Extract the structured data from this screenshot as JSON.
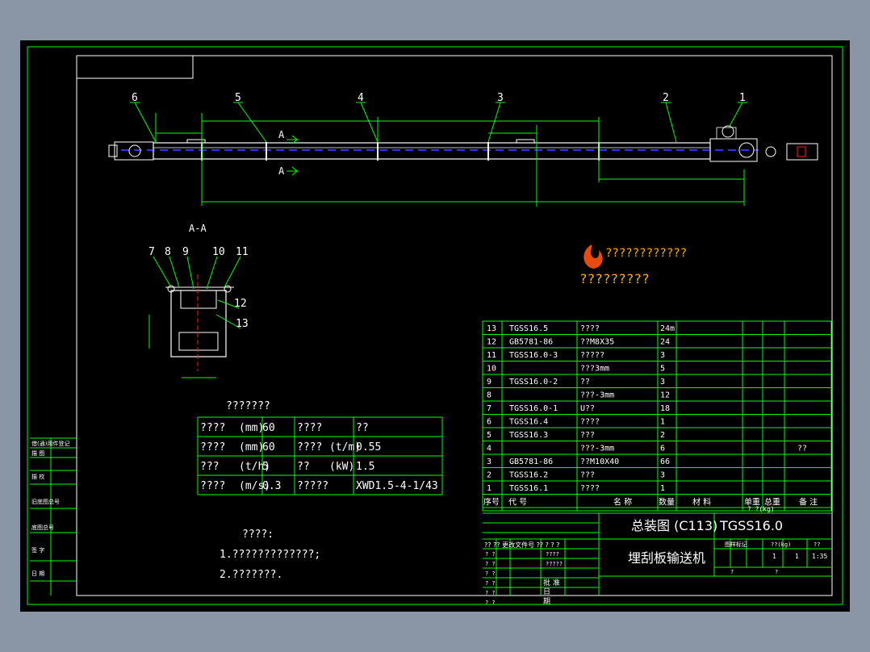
{
  "colors": {
    "background": "#8a96a6",
    "sheet": "#000000",
    "frame": "#00ff00",
    "line": "#ffffff",
    "text": "#ffffff",
    "dim": "#00ff00",
    "chain": "#3030ff",
    "axis": "#ff2020",
    "brand": "#ffb000",
    "flame": "#e84a10"
  },
  "callouts_main": [
    "6",
    "5",
    "4",
    "3",
    "2",
    "1"
  ],
  "section_mark": "A",
  "section_title": "A-A",
  "callouts_section": [
    "7",
    "8",
    "9",
    "10",
    "11",
    "12",
    "13"
  ],
  "brand": {
    "line1": "????????????",
    "line2": "?????????"
  },
  "params": {
    "title": "???????",
    "rows": [
      [
        "????",
        "(mm)",
        "60",
        "????",
        "",
        "??"
      ],
      [
        "????",
        "(mm)",
        "60",
        "????",
        "(t/m)",
        "0.55"
      ],
      [
        "???",
        "(t/h)",
        "5",
        "??",
        "(kW)",
        "1.5"
      ],
      [
        "????",
        "(m/s)",
        "0.3",
        "?????",
        "",
        "XWD1.5-4-1/43"
      ]
    ]
  },
  "notes": {
    "title": "????:",
    "items": [
      "1.?????????????;",
      "2.???????."
    ]
  },
  "left_strip": [
    "借(通)用件登记",
    "描 图",
    "描 校",
    "旧底图总号",
    "底图总号",
    "签 字",
    "日 期"
  ],
  "bom": {
    "rows": [
      [
        "13",
        "TGSS16.5",
        "????",
        "24m"
      ],
      [
        "12",
        "GB5781-86",
        "??M8X35",
        "24"
      ],
      [
        "11",
        "TGSS16.0-3",
        "?????",
        "3"
      ],
      [
        "10",
        "",
        "???3mm",
        "5"
      ],
      [
        "9",
        "TGSS16.0-2",
        "??",
        "3"
      ],
      [
        "8",
        "",
        "???-3mm",
        "12"
      ],
      [
        "7",
        "TGSS16.0-1",
        "U??",
        "18"
      ],
      [
        "6",
        "TGSS16.4",
        "????",
        "1"
      ],
      [
        "5",
        "TGSS16.3",
        "???",
        "2"
      ],
      [
        "4",
        "",
        "???-3mm",
        "6"
      ],
      [
        "3",
        "GB5781-86",
        "??M10X40",
        "66"
      ],
      [
        "2",
        "TGSS16.2",
        "???",
        "3"
      ],
      [
        "1",
        "TGSS16.1",
        "????",
        "1"
      ]
    ],
    "row4_note": "??",
    "header": [
      "序号",
      "代 号",
      "名 称",
      "数量",
      "材 料",
      "单重",
      "总重",
      "备 注"
    ],
    "header_unit": "? ?(kg)"
  },
  "title_block": {
    "drawing_title": "总装图 (C113)",
    "drawing_number": "TGSS16.0",
    "product_name": "埋刮板输送机",
    "rev_header": "?? ?? 更改文件号 ?? ? ? ?",
    "stage_label": "图样标记",
    "weight_label": "??(kg)",
    "scale_label": "??",
    "qty1": "1",
    "qty2": "1",
    "scale": "1:35",
    "sheet_label": "?",
    "sheet_of": "?",
    "sign_rows": [
      "? ?",
      "? ?",
      "? ?",
      "? ?",
      "? ?",
      "? ?"
    ],
    "sign_mid": [
      "????",
      "?????"
    ],
    "approve": "批 准",
    "date_a": "日",
    "date_b": "期"
  }
}
